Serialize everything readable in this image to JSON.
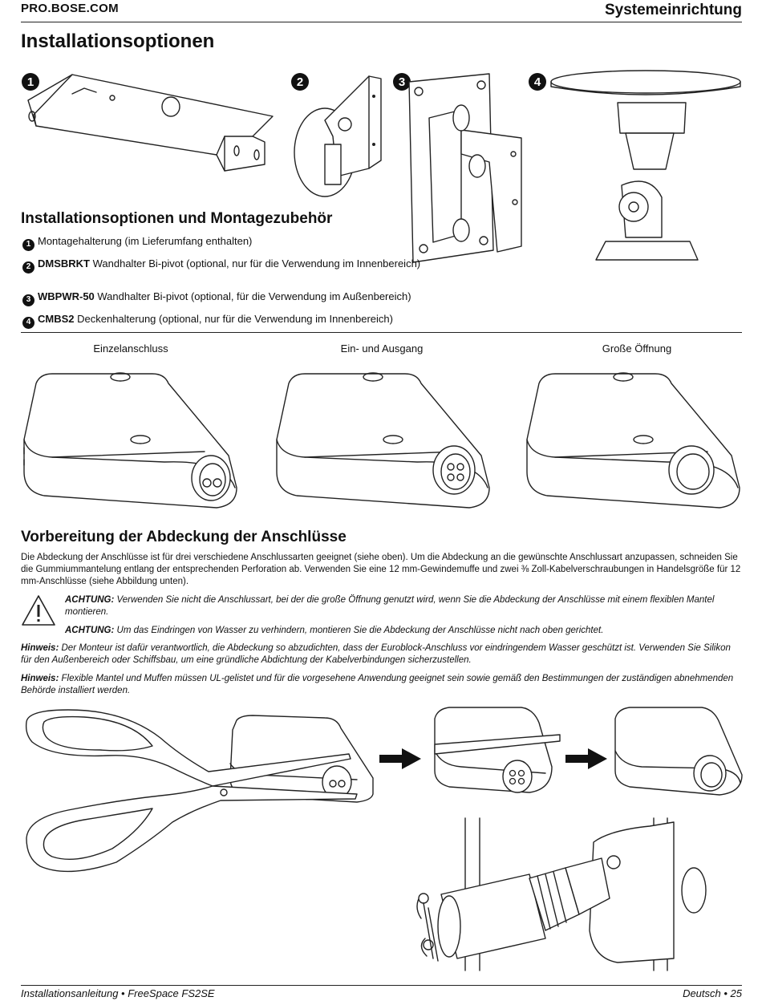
{
  "header": {
    "brand": "PRO.BOSE.COM",
    "section": "Systemeinrichtung"
  },
  "page_title": "Installationsoptionen",
  "mount_figure": {
    "numbers": [
      "1",
      "2",
      "3",
      "4"
    ]
  },
  "accessories": {
    "heading": "Installationsoptionen und Montagezubehör",
    "items": [
      {
        "num": "1",
        "model": "",
        "text": "Montagehalterung (im Lieferumfang enthalten)"
      },
      {
        "num": "2",
        "model": "DMSBRKT",
        "text": " Wandhalter Bi-pivot (optional, nur für die Verwendung im Innenbereich)"
      },
      {
        "num": "3",
        "model": "WBPWR-50",
        "text": " Wandhalter Bi-pivot (optional, für die Verwendung im Außenbereich)"
      },
      {
        "num": "4",
        "model": "CMBS2",
        "text": " Deckenhalterung (optional, nur für die Verwendung im Innenbereich)"
      }
    ]
  },
  "cover_types": {
    "captions": [
      "Einzelanschluss",
      "Ein- und Ausgang",
      "Große Öffnung"
    ]
  },
  "preparation": {
    "heading": "Vorbereitung der Abdeckung der Anschlüsse",
    "body": "Die Abdeckung der Anschlüsse ist für drei verschiedene Anschlussarten geeignet (siehe oben). Um die Abdeckung an die gewünschte Anschlussart anzupassen, schneiden Sie die Gummiummantelung entlang der entsprechenden Perforation ab. Verwenden Sie eine 12 mm-Gewindemuffe und zwei ⅜ Zoll-Kabelverschraubungen in Handelsgröße für 12 mm-Anschlüsse (siehe Abbildung unten).",
    "caution1_label": "ACHTUNG:",
    "caution1_text": " Verwenden Sie nicht die Anschlussart, bei der die große Öffnung genutzt wird, wenn Sie die Abdeckung der Anschlüsse mit einem flexiblen Mantel montieren.",
    "caution2_label": "ACHTUNG:",
    "caution2_text": " Um das Eindringen von Wasser zu verhindern, montieren Sie die Abdeckung der Anschlüsse nicht nach oben gerichtet.",
    "note1_label": "Hinweis:",
    "note1_text": " Der Monteur ist dafür verantwortlich, die Abdeckung so abzudichten, dass der Euroblock-Anschluss vor eindringendem Wasser geschützt ist. Verwenden Sie Silikon für den Außenbereich oder Schiffsbau, um eine gründliche Abdichtung der Kabelverbindungen sicherzustellen.",
    "note2_label": "Hinweis:",
    "note2_text": " Flexible Mantel und Muffen müssen UL-gelistet und für die vorgesehene Anwendung geeignet sein sowie gemäß den Bestimmungen der zuständigen abnehmenden Behörde installiert werden."
  },
  "icons": {
    "warning": "warning-triangle-icon",
    "arrow": "right-arrow-icon"
  },
  "footer": {
    "left": "Installationsanleitung • FreeSpace FS2SE",
    "right": "Deutsch • 25"
  },
  "colors": {
    "ink": "#111111",
    "line": "#222222"
  }
}
